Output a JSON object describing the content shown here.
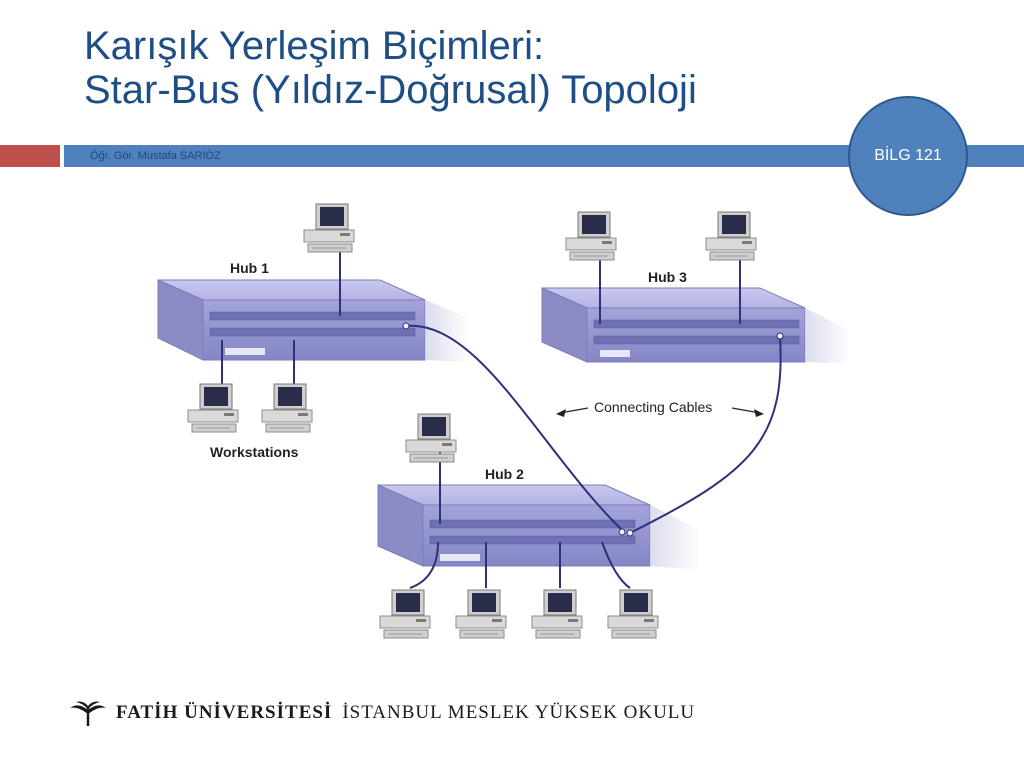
{
  "slide": {
    "title_line1": "Karışık Yerleşim Biçimleri:",
    "title_line2": "Star-Bus (Yıldız-Doğrusal) Topoloji",
    "author": "Öğr. Gör. Mustafa SARIÖZ",
    "course_badge": "BİLG 121"
  },
  "diagram": {
    "hub1_label": "Hub 1",
    "hub2_label": "Hub 2",
    "hub3_label": "Hub 3",
    "workstations_label": "Workstations",
    "cables_label": "Connecting Cables"
  },
  "footer": {
    "university": "FATİH ÜNİVERSİTESİ",
    "school": "İSTANBUL MESLEK YÜKSEK OKULU"
  },
  "colors": {
    "title": "#1f4e86",
    "band_blue": "#4f81bd",
    "band_red": "#c0504d",
    "hub_face": "#9e9fd6",
    "cable": "#2f2f7a"
  }
}
